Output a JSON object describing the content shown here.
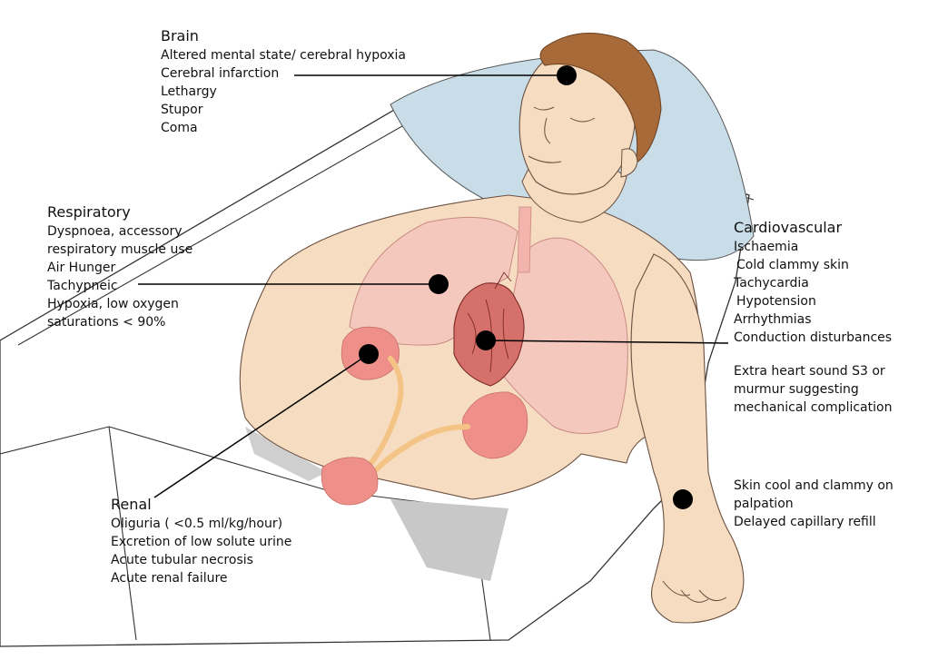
{
  "brain": {
    "title": "Brain",
    "items": [
      "Altered mental state/ cerebral hypoxia",
      "Cerebral infarction",
      "Lethargy",
      "Stupor",
      "Coma"
    ]
  },
  "respiratory": {
    "title": "Respiratory",
    "items": [
      "Dyspnoea, accessory",
      "respiratory muscle use",
      "Air Hunger",
      "Tachypneic",
      "Hypoxia, low oxygen",
      "saturations < 90%"
    ]
  },
  "cardiovascular": {
    "title": "Cardiovascular",
    "items": [
      "Ischaemia",
      "Cold clammy skin",
      "Tachycardia",
      "Hypotension",
      "Arrhythmias",
      "Conduction disturbances"
    ],
    "extra": [
      "Extra heart sound S3 or",
      "murmur suggesting",
      "mechanical complication"
    ]
  },
  "skin": {
    "items": [
      "Skin cool and clammy on",
      "palpation",
      "Delayed capillary refill"
    ]
  },
  "renal": {
    "title": "Renal",
    "items": [
      "Oliguria ( <0.5 ml/kg/hour)",
      "Excretion of low solute urine",
      "Acute tubular necrosis",
      "Acute renal failure"
    ]
  },
  "colors": {
    "skin": "#f6dcc0",
    "hair": "#a86a38",
    "pillow": "#c9dde9",
    "lungs": "#f5c4bd",
    "organs": "#ee8f8a",
    "heart": "#d6706b",
    "ureter": "#f3c486",
    "marker": "#000000"
  }
}
